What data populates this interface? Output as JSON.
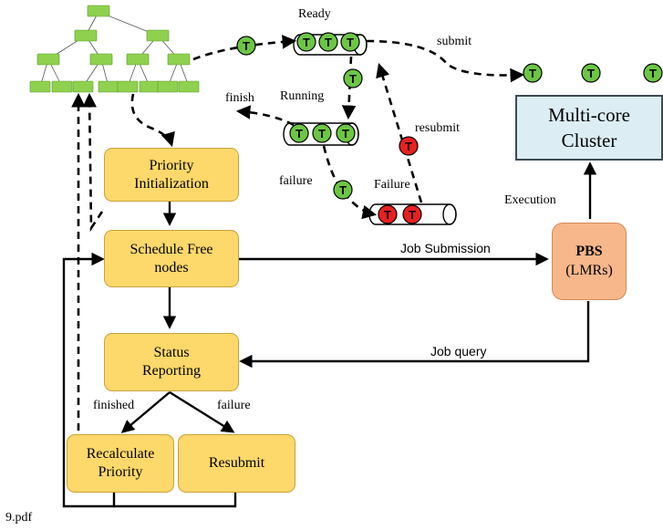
{
  "boxes": {
    "priority_init": "Priority\nInitialization",
    "schedule_free": "Schedule Free\nnodes",
    "status_reporting": "Status\nReporting",
    "recalculate_priority": "Recalculate\nPriority",
    "resubmit": "Resubmit",
    "pbs_title": "PBS",
    "pbs_subtitle": "(LMRs)",
    "cluster": "Multi-core\nCluster"
  },
  "queues": {
    "ready": "Ready",
    "running": "Running",
    "failure": "Failure"
  },
  "edge_labels": {
    "submit": "submit",
    "finish": "finish",
    "resubmit": "resubmit",
    "failure": "failure",
    "execution": "Execution",
    "job_submission": "Job Submission",
    "job_query": "Job query",
    "finished": "finished",
    "failure_branch": "failure"
  },
  "task_token": "T",
  "footer": "9.pdf",
  "colors": {
    "box_fill": "#fdd86a",
    "pbs_fill": "#f7b78a",
    "cluster_fill": "#dcedf4",
    "task_green": "#6cc644",
    "task_red": "#e82020",
    "tree_node": "#8fd14f"
  }
}
